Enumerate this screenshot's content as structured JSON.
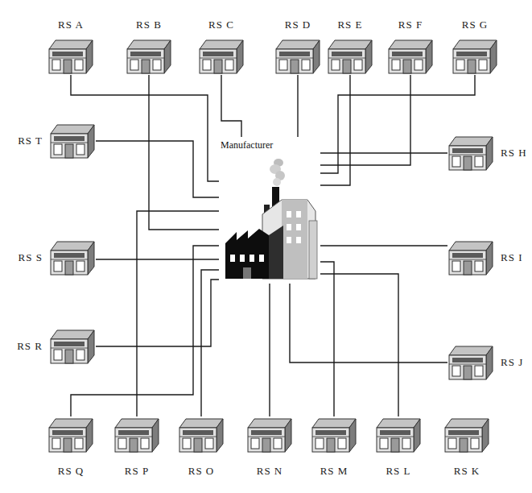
{
  "diagram": {
    "nodes": [
      {
        "text": [
          "RS A"
        ]
      },
      {
        "text": [
          "RS B"
        ]
      },
      {
        "text": [
          "RS C"
        ]
      },
      {
        "text": [
          "RS D"
        ]
      },
      {
        "text": [
          "RS E"
        ]
      },
      {
        "text": [
          "RS F"
        ]
      },
      {
        "text": [
          "RS G"
        ]
      },
      {
        "text": [
          "RS T"
        ]
      },
      {
        "text": [
          "RS H"
        ]
      },
      {
        "text": [
          "Manufacturer"
        ]
      },
      {
        "text": [
          "RS S"
        ]
      },
      {
        "text": [
          "RS I"
        ]
      },
      {
        "text": [
          "RS R"
        ]
      },
      {
        "text": [
          "RS J"
        ]
      },
      {
        "text": [
          "RS Q"
        ]
      },
      {
        "text": [
          "RS P"
        ]
      },
      {
        "text": [
          "RS O"
        ]
      },
      {
        "text": [
          "RS N"
        ]
      },
      {
        "text": [
          "RS M"
        ]
      },
      {
        "text": [
          "RS L"
        ]
      },
      {
        "text": [
          "RS K"
        ]
      }
    ],
    "edges": [
      {
        "from": 0,
        "to": 9,
        "arrow": "none"
      },
      {
        "from": 1,
        "to": 9,
        "arrow": "none"
      },
      {
        "from": 2,
        "to": 9,
        "arrow": "none"
      },
      {
        "from": 3,
        "to": 9,
        "arrow": "none"
      },
      {
        "from": 4,
        "to": 9,
        "arrow": "none"
      },
      {
        "from": 5,
        "to": 9,
        "arrow": "none"
      },
      {
        "from": 6,
        "to": 9,
        "arrow": "none"
      },
      {
        "from": 7,
        "to": 9,
        "arrow": "none"
      },
      {
        "from": 8,
        "to": 9,
        "arrow": "none"
      },
      {
        "from": 10,
        "to": 9,
        "arrow": "none"
      },
      {
        "from": 11,
        "to": 9,
        "arrow": "none"
      },
      {
        "from": 12,
        "to": 9,
        "arrow": "none"
      },
      {
        "from": 13,
        "to": 9,
        "arrow": "none"
      },
      {
        "from": 14,
        "to": 9,
        "arrow": "none"
      },
      {
        "from": 15,
        "to": 9,
        "arrow": "none"
      },
      {
        "from": 16,
        "to": 9,
        "arrow": "none"
      },
      {
        "from": 17,
        "to": 9,
        "arrow": "none"
      },
      {
        "from": 18,
        "to": 9,
        "arrow": "none"
      },
      {
        "from": 19,
        "to": 9,
        "arrow": "none"
      }
    ]
  }
}
